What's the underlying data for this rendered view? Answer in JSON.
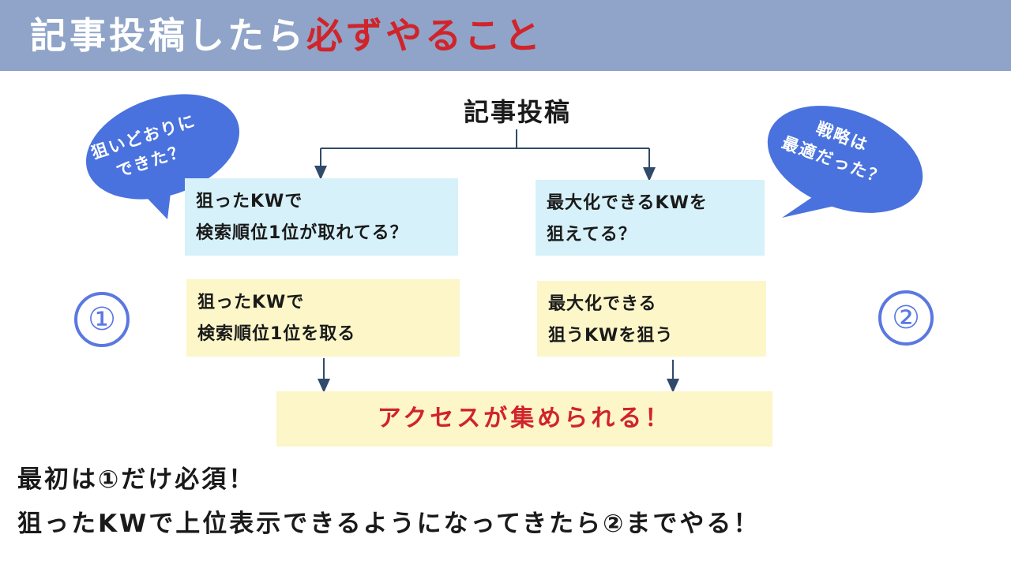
{
  "header": {
    "title_part1": "記事投稿したら",
    "title_part2": "必ずやること"
  },
  "root": {
    "label": "記事投稿"
  },
  "bubbles": {
    "left": {
      "line1": "狙いどおりに",
      "line2": "できた？"
    },
    "right": {
      "line1": "戦略は",
      "line2": "最適だった？"
    }
  },
  "markers": {
    "left": "①",
    "right": "②"
  },
  "boxes": {
    "left_question": {
      "line1": "狙ったKWで",
      "line2": "検索順位1位が取れてる？"
    },
    "right_question": {
      "line1": "最大化できるKWを",
      "line2": "狙えてる？"
    },
    "left_action": {
      "line1": "狙ったKWで",
      "line2": "検索順位1位を取る"
    },
    "right_action": {
      "line1": "最大化できる",
      "line2": "狙うKWを狙う"
    }
  },
  "result": {
    "label": "アクセスが集められる！"
  },
  "footer": {
    "line1": "最初は①だけ必須！",
    "line2": "狙ったKWで上位表示できるようになってきたら②までやる！"
  },
  "colors": {
    "header_bg": "#8fa4c8",
    "accent_red": "#d0242b",
    "bubble_blue": "#4a72de",
    "box_blue": "#d6f1f9",
    "box_yellow": "#fcf6c8",
    "connector": "#2f4a6a"
  }
}
